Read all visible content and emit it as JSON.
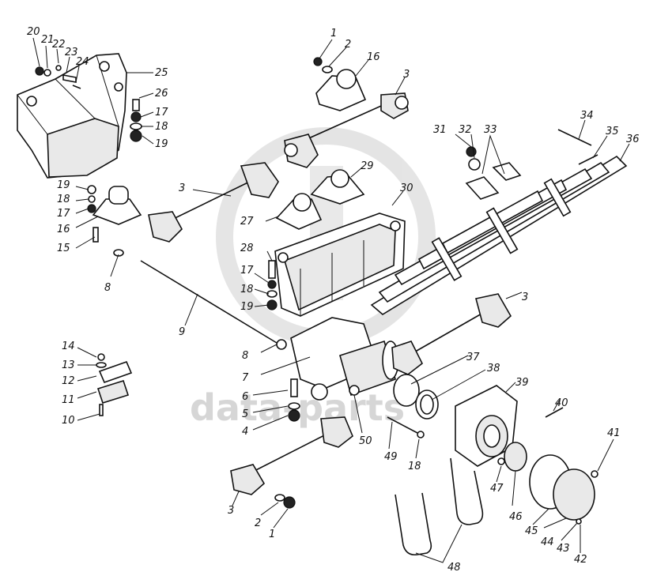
{
  "watermark": "data-parts",
  "callouts": [
    {
      "id": "c20a",
      "text": "20"
    },
    {
      "id": "c21a",
      "text": "21"
    },
    {
      "id": "c22a",
      "text": "22"
    },
    {
      "id": "c23a",
      "text": "23"
    },
    {
      "id": "c24a",
      "text": "24"
    },
    {
      "id": "c25",
      "text": "25"
    },
    {
      "id": "c26",
      "text": "26"
    },
    {
      "id": "c17a",
      "text": "17"
    },
    {
      "id": "c18a",
      "text": "18"
    },
    {
      "id": "c19a",
      "text": "19"
    },
    {
      "id": "c1a",
      "text": "1"
    },
    {
      "id": "c2a",
      "text": "2"
    },
    {
      "id": "c16a",
      "text": "16"
    },
    {
      "id": "c3a",
      "text": "3"
    },
    {
      "id": "c19b",
      "text": "19"
    },
    {
      "id": "c18b",
      "text": "18"
    },
    {
      "id": "c17b",
      "text": "17"
    },
    {
      "id": "c16b",
      "text": "16"
    },
    {
      "id": "c15",
      "text": "15"
    },
    {
      "id": "c3b",
      "text": "3"
    },
    {
      "id": "c29",
      "text": "29"
    },
    {
      "id": "c27",
      "text": "27"
    },
    {
      "id": "c30",
      "text": "30"
    },
    {
      "id": "c31",
      "text": "31"
    },
    {
      "id": "c32",
      "text": "32"
    },
    {
      "id": "c33",
      "text": "33"
    },
    {
      "id": "c34",
      "text": "34"
    },
    {
      "id": "c35",
      "text": "35"
    },
    {
      "id": "c36",
      "text": "36"
    },
    {
      "id": "c8a",
      "text": "8"
    },
    {
      "id": "c28",
      "text": "28"
    },
    {
      "id": "c17c",
      "text": "17"
    },
    {
      "id": "c18c",
      "text": "18"
    },
    {
      "id": "c19c",
      "text": "19"
    },
    {
      "id": "c9",
      "text": "9"
    },
    {
      "id": "c3c",
      "text": "3"
    },
    {
      "id": "c8b",
      "text": "8"
    },
    {
      "id": "c7",
      "text": "7"
    },
    {
      "id": "c14",
      "text": "14"
    },
    {
      "id": "c13",
      "text": "13"
    },
    {
      "id": "c12",
      "text": "12"
    },
    {
      "id": "c11",
      "text": "11"
    },
    {
      "id": "c10",
      "text": "10"
    },
    {
      "id": "c6",
      "text": "6"
    },
    {
      "id": "c5",
      "text": "5"
    },
    {
      "id": "c4",
      "text": "4"
    },
    {
      "id": "c37",
      "text": "37"
    },
    {
      "id": "c38",
      "text": "38"
    },
    {
      "id": "c39",
      "text": "39"
    },
    {
      "id": "c40",
      "text": "40"
    },
    {
      "id": "c41",
      "text": "41"
    },
    {
      "id": "c50",
      "text": "50"
    },
    {
      "id": "c49",
      "text": "49"
    },
    {
      "id": "c18d",
      "text": "18"
    },
    {
      "id": "c47",
      "text": "47"
    },
    {
      "id": "c46",
      "text": "46"
    },
    {
      "id": "c45",
      "text": "45"
    },
    {
      "id": "c44",
      "text": "44"
    },
    {
      "id": "c43",
      "text": "43"
    },
    {
      "id": "c42",
      "text": "42"
    },
    {
      "id": "c3d",
      "text": "3"
    },
    {
      "id": "c2b",
      "text": "2"
    },
    {
      "id": "c1b",
      "text": "1"
    },
    {
      "id": "c48",
      "text": "48"
    }
  ]
}
